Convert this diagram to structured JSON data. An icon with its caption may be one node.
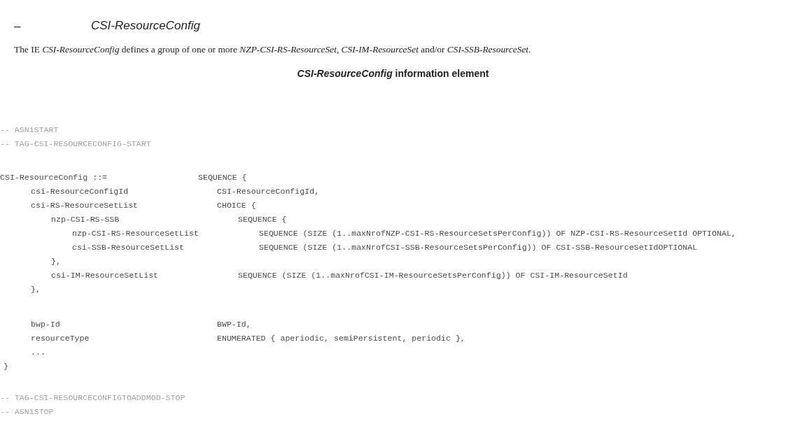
{
  "diagram": {
    "title": "CSI-ResourceConfig",
    "labels": [
      "–",
      "The IE *CSI-ResourceConfig* defines a group of one or more *NZP-CSI-RS-ResourceSet*, *CSI-IM-ResourceSet* and/or *CSI-SSB-ResourceSet*.",
      "*CSI-ResourceConfig* information element",
      "-- ASN1START",
      "-- TAG-CSI-RESOURCECONFIG-START",
      "CSI-ResourceConfig ::=",
      "SEQUENCE {",
      "csi-ResourceConfigId",
      "CSI-ResourceConfigId,",
      "csi-RS-ResourceSetList",
      "CHOICE {",
      "nzp-CSI-RS-SSB",
      "SEQUENCE {",
      "nzp-CSI-RS-ResourceSetList",
      "SEQUENCE (SIZE (1..maxNrofNZP-CSI-RS-ResourceSetsPerConfig)) OF NZP-CSI-RS-ResourceSetId OPTIONAL,",
      "csi-SSB-ResourceSetList",
      "SEQUENCE (SIZE (1..maxNrofCSI-SSB-ResourceSetsPerConfig)) OF CSI-SSB-ResourceSetIdOPTIONAL",
      "},",
      "csi-IM-ResourceSetList",
      "SEQUENCE (SIZE (1..maxNrofCSI-IM-ResourceSetsPerConfig)) OF CSI-IM-ResourceSetId",
      "},",
      "bwp-Id",
      "BWP-Id,",
      "resourceType",
      "ENUMERATED { aperiodic, semiPersistent, periodic },",
      "...",
      "}",
      "-- TAG-CSI-RESOURCECONFIGTOADDMOD-STOP",
      "-- ASN1STOP"
    ]
  }
}
